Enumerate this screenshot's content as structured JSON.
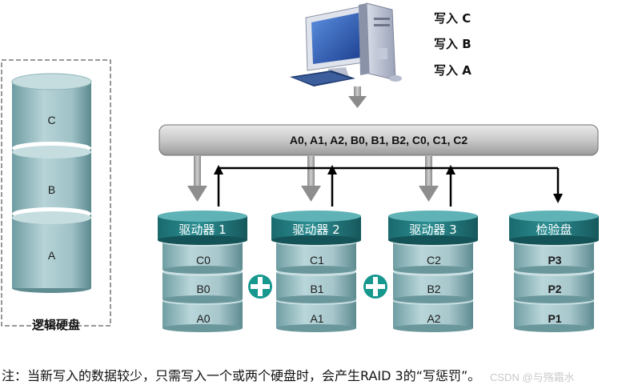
{
  "logical_disk": {
    "caption": "逻辑硬盘",
    "segments": [
      "C",
      "B",
      "A"
    ]
  },
  "writes": [
    "写入 C",
    "写入 B",
    "写入 A"
  ],
  "bus": {
    "label": "A0, A1, A2, B0, B1, B2, C0, C1, C2"
  },
  "drives": [
    {
      "title": "驱动器 1",
      "blocks": [
        "C0",
        "B0",
        "A0"
      ]
    },
    {
      "title": "驱动器 2",
      "blocks": [
        "C1",
        "B1",
        "A1"
      ]
    },
    {
      "title": "驱动器 3",
      "blocks": [
        "C2",
        "B2",
        "A2"
      ]
    },
    {
      "title": "检验盘",
      "blocks": [
        "P3",
        "P2",
        "P1"
      ]
    }
  ],
  "xor_symbol": "⊕",
  "note": "注：当新写入的数据较少，只需写入一个或两个硬盘时，会产生RAID 3的“写惩罚”。",
  "watermark": "CSDN @与殇霜水",
  "colors": {
    "teal_dark": "#1f7c80",
    "teal_mid": "#4aa6a9",
    "disk_gray": "#9fbfc4",
    "xor": "#17988f"
  }
}
